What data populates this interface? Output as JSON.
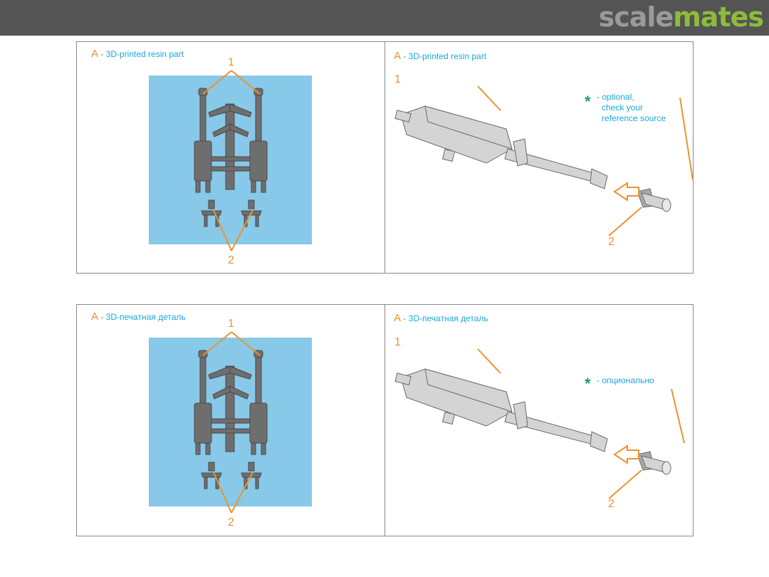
{
  "header": {
    "logo": {
      "part1": "scale",
      "part2": "mates"
    }
  },
  "panels": [
    {
      "left": {
        "caption_letter": "A",
        "caption_text": " - 3D-printed resin part",
        "label_top": "1",
        "label_bottom": "2"
      },
      "right": {
        "caption_letter": "A",
        "caption_text": " - 3D-printed resin part",
        "label_1": "1",
        "label_2": "2",
        "star": "*",
        "note_lines": [
          "- optional,",
          "check your",
          "reference source"
        ]
      }
    },
    {
      "left": {
        "caption_letter": "A",
        "caption_text": " - 3D-печатная деталь",
        "label_top": "1",
        "label_bottom": "2"
      },
      "right": {
        "caption_letter": "A",
        "caption_text": " - 3D-печатная деталь",
        "label_1": "1",
        "label_2": "2",
        "star": "*",
        "note_lines": [
          "- опционально"
        ]
      }
    }
  ],
  "colors": {
    "accent_orange": "#f0912f",
    "caption_blue": "#1aa7d9",
    "star_green": "#1fa35b",
    "render_background": "#88c8e8",
    "part_grey": "#6e6e6e",
    "header_bg": "#545454"
  }
}
